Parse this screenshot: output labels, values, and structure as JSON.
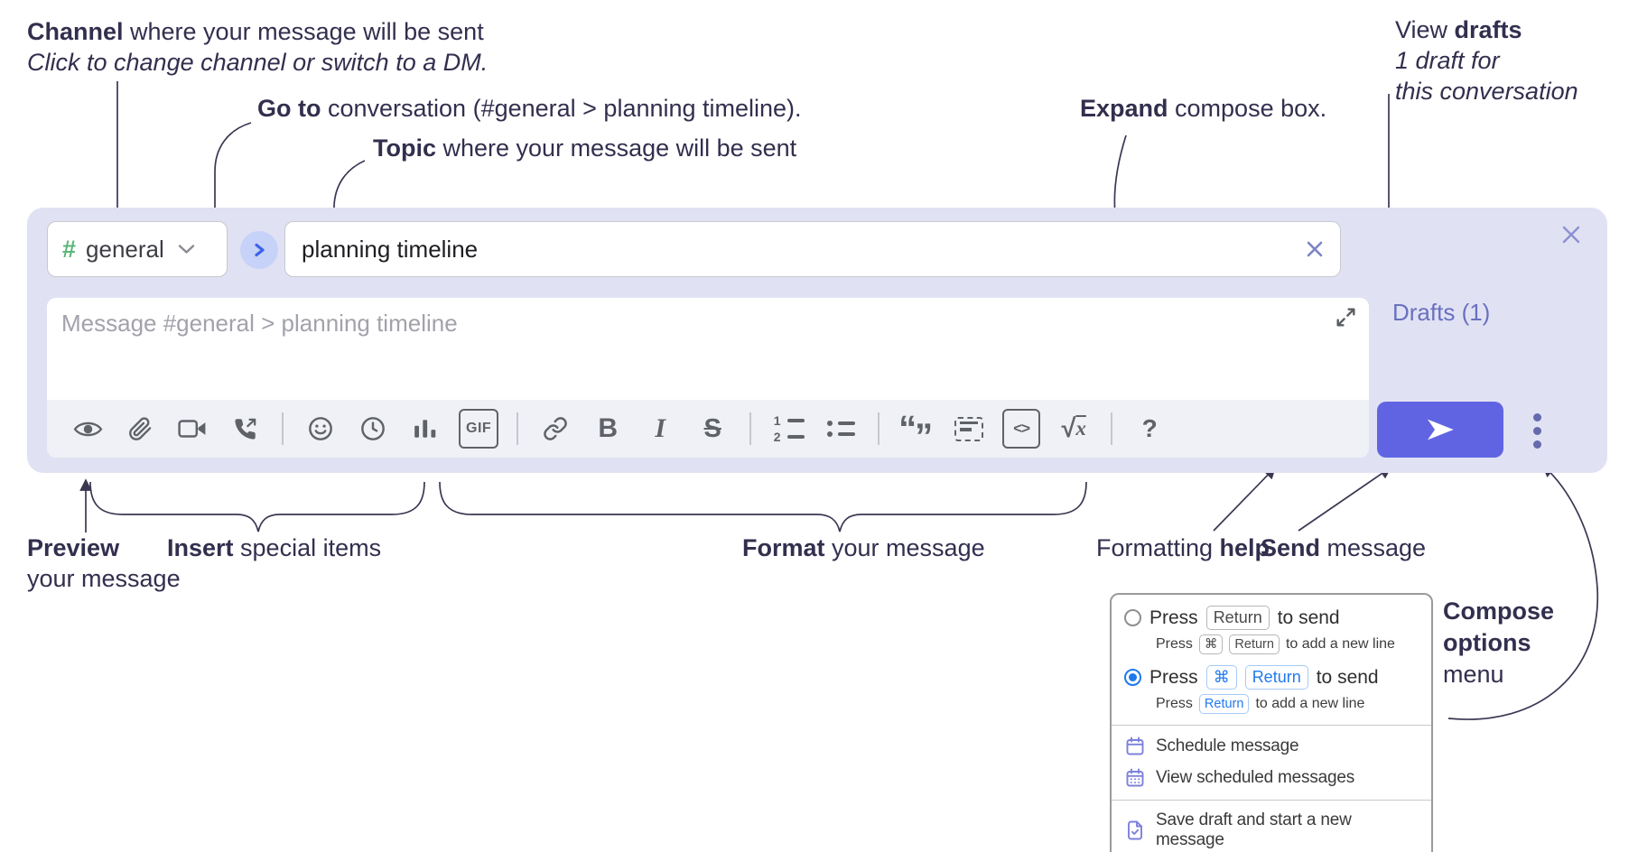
{
  "annotations": {
    "channel": {
      "bold": "Channel",
      "rest": " where your message will be sent",
      "sub": "Click to change channel or switch to a DM."
    },
    "go_to": {
      "bold": "Go to",
      "rest": " conversation (#general > planning timeline)."
    },
    "topic": {
      "bold": "Topic",
      "rest": " where your message will be sent"
    },
    "expand": {
      "bold": "Expand",
      "rest": " compose box."
    },
    "view_drafts": {
      "pre": "View ",
      "bold": "drafts",
      "line2": "1 draft for",
      "line3": "this conversation"
    },
    "preview": {
      "bold": "Preview",
      "line2": "your message"
    },
    "insert": {
      "bold": "Insert",
      "rest": " special items"
    },
    "format": {
      "bold": "Format",
      "rest": " your message"
    },
    "formatting_help": {
      "pre": "Formatting ",
      "bold": "help"
    },
    "send": {
      "bold": "Send",
      "rest": " message"
    },
    "compose_options": {
      "line1": "Compose",
      "line2": "options",
      "line3": "menu"
    }
  },
  "compose": {
    "channel": {
      "hash": "#",
      "label": "general"
    },
    "topic_value": "planning timeline",
    "message_placeholder": "Message #general > planning timeline",
    "drafts_label": "Drafts (1)",
    "toolbar": {
      "bold": "B",
      "italic": "I",
      "strike": "S",
      "gif": "GIF",
      "ol_1": "1",
      "ol_2": "2",
      "quote_open": "“",
      "quote_close": "”",
      "code": "<>",
      "math_radical": "√",
      "math_x": "x",
      "help": "?"
    }
  },
  "popup": {
    "options": [
      {
        "press": "Press",
        "keys": [
          "Return"
        ],
        "suffix": "to send",
        "sub_press": "Press",
        "sub_keys": [
          "⌘",
          "Return"
        ],
        "sub_suffix": "to add a new line",
        "selected": false
      },
      {
        "press": "Press",
        "keys": [
          "⌘",
          "Return"
        ],
        "suffix": "to send",
        "sub_press": "Press",
        "sub_keys": [
          "Return"
        ],
        "sub_suffix": "to add a new line",
        "selected": true
      }
    ],
    "menu_items": [
      {
        "icon": "calendar-icon",
        "label": "Schedule message"
      },
      {
        "icon": "calendar-days-icon",
        "label": "View scheduled messages"
      },
      {
        "icon": "file-check-icon",
        "label": "Save draft and start a new message"
      }
    ]
  },
  "colors": {
    "ink": "#322f4e",
    "compose_bg": "#e0e2f3",
    "hash_green": "#5cb57a",
    "accent_blue": "#3b66ee",
    "send_button": "#6064e3",
    "drafts_link": "#6a70bf",
    "toolbar_icon": "#5f6368",
    "radio_selected": "#1f79ec",
    "kbd_blue": "#2279ef",
    "menu_icon_purple": "#7d81d9"
  }
}
